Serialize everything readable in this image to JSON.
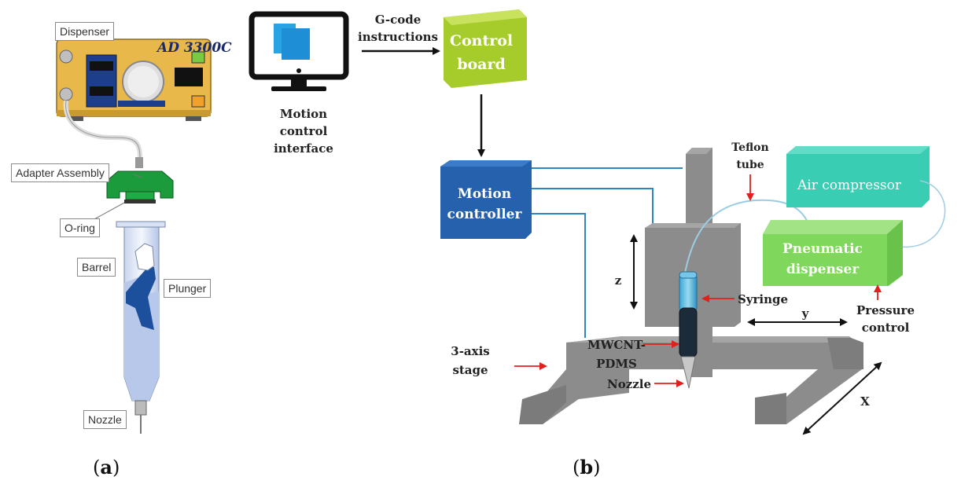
{
  "panel_a": {
    "letter": "a",
    "device_brand": "AD 3300C",
    "labels": {
      "dispenser": "Dispenser",
      "adapter": "Adapter Assembly",
      "oring": "O-ring",
      "barrel": "Barrel",
      "plunger": "Plunger",
      "nozzle": "Nozzle"
    },
    "colors": {
      "dispenser_body": "#e8b94a",
      "adapter": "#1c9b3c",
      "fluid": "#1c4f9c"
    }
  },
  "panel_b": {
    "letter": "b",
    "motion_interface": [
      "Motion",
      "control",
      "interface"
    ],
    "gcode": [
      "G-code",
      "instructions"
    ],
    "control_board": [
      "Control",
      "board"
    ],
    "motion_controller": [
      "Motion",
      "controller"
    ],
    "teflon": [
      "Teflon",
      "tube"
    ],
    "air_compressor": "Air compressor",
    "pneumatic_dispenser": [
      "Pneumatic",
      "dispenser"
    ],
    "syringe": "Syringe",
    "pressure_control": [
      "Pressure",
      "control"
    ],
    "z_axis": "z",
    "y_axis": "y",
    "x_axis": "X",
    "stage": [
      "3-axis",
      "stage"
    ],
    "mwcnt": [
      "MWCNT-",
      "PDMS"
    ],
    "nozzle": "Nozzle",
    "colors": {
      "control_board": "#a6cc2c",
      "motion_controller": "#2561ad",
      "air_compressor": "#39cdb4",
      "pneumatic_dispenser": "#7fd85b",
      "stage": "#8c8c8c",
      "cable": "#2e86c0",
      "pointer": "#e0201c"
    }
  }
}
